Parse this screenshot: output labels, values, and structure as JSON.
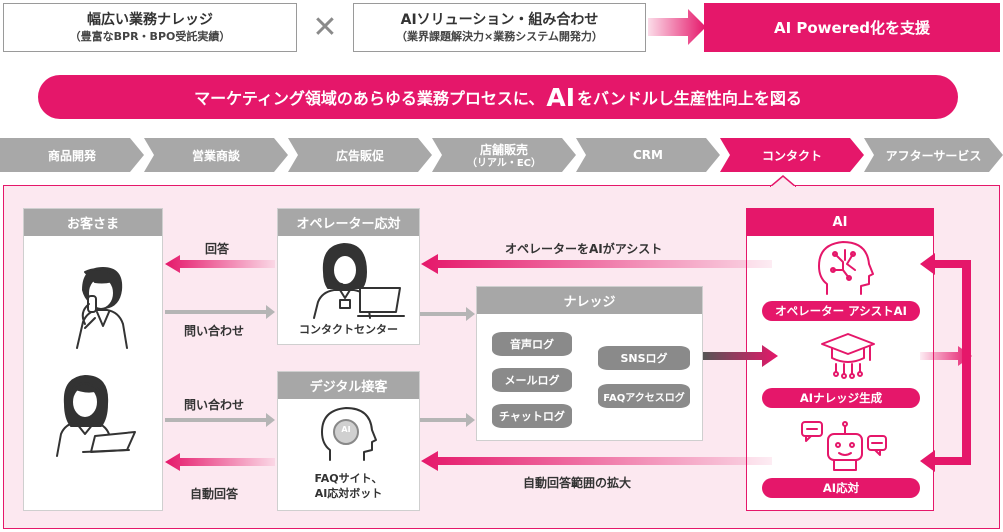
{
  "top": {
    "left_title": "幅広い業務ナレッジ",
    "left_sub": "（豊富なBPR・BPO受託実績）",
    "times": "✕",
    "mid_title": "AIソリューション・組み合わせ",
    "mid_sub": "（業界課題解決力×業務システム開発力）",
    "right": "AI Powered化を支援"
  },
  "banner": {
    "pre": "マーケティング領域のあらゆる業務プロセスに、",
    "big": "AI",
    "post": "をバンドルし生産性向上を図る"
  },
  "process": {
    "steps": [
      {
        "label": "商品開発",
        "sub": ""
      },
      {
        "label": "営業商談",
        "sub": ""
      },
      {
        "label": "広告販促",
        "sub": ""
      },
      {
        "label": "店舗販売",
        "sub": "（リアル・EC）"
      },
      {
        "label": "CRM",
        "sub": ""
      },
      {
        "label": "コンタクト",
        "sub": ""
      },
      {
        "label": "アフターサービス",
        "sub": ""
      }
    ]
  },
  "diagram": {
    "customer": "お客さま",
    "operator": "オペレーター応対",
    "contact_center": "コンタクトセンター",
    "digital": "デジタル接客",
    "faq_line1": "FAQサイト、",
    "faq_line2": "AI応対ボット",
    "answer": "回答",
    "inquiry1": "問い合わせ",
    "inquiry2": "問い合わせ",
    "auto_answer": "自動回答",
    "knowledge": "ナレッジ",
    "db": [
      "音声ログ",
      "メールログ",
      "チャットログ",
      "SNSログ",
      "FAQアクセスログ"
    ],
    "assist_arrow": "オペレーターをAIがアシスト",
    "expand_arrow": "自動回答範囲の拡大",
    "ai_title": "AI",
    "ai_brain_badge": "AI",
    "ai_items": [
      "オペレーター アシストAI",
      "AIナレッジ生成",
      "AI応対"
    ]
  },
  "colors": {
    "accent": "#e5176a",
    "gray": "#a8a8a8",
    "panel": "#fce8f0"
  }
}
